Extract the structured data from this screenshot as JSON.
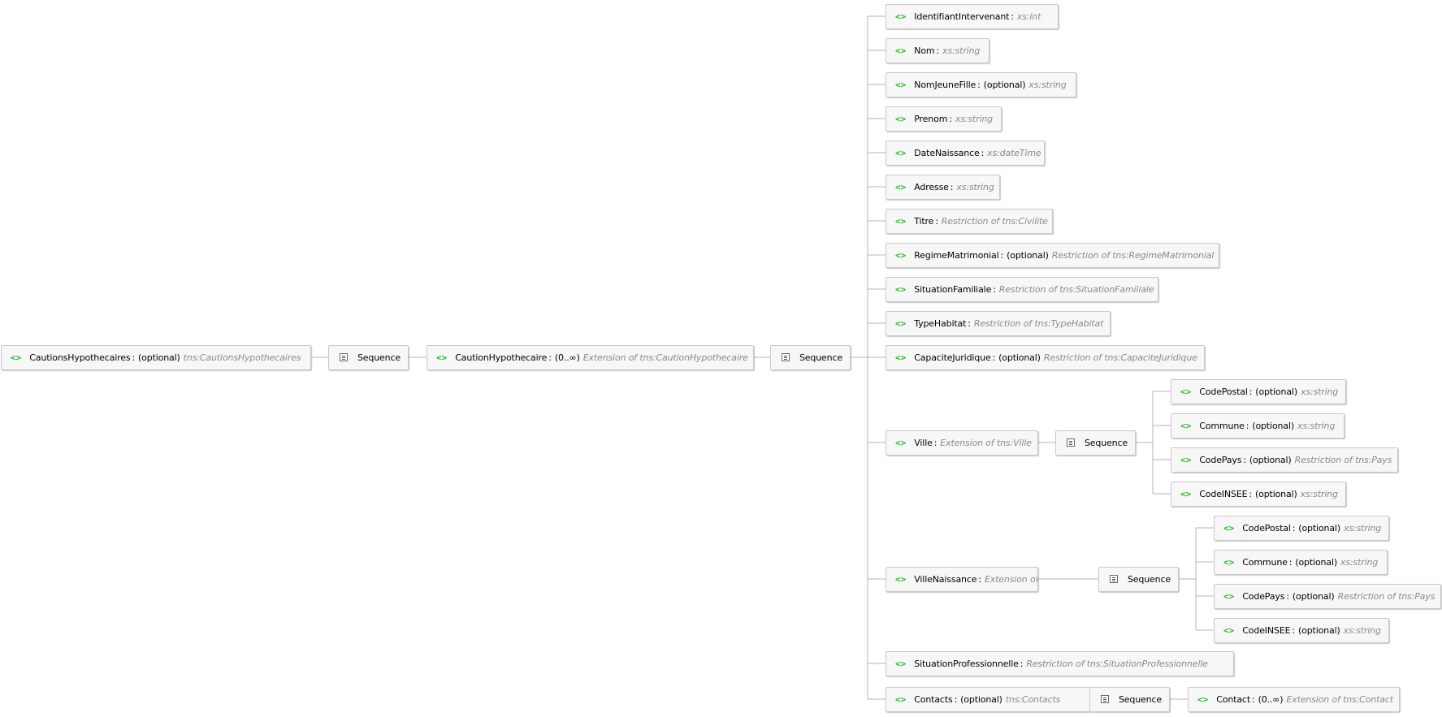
{
  "labels": {
    "colon": ":",
    "optional": "(optional)",
    "unbounded": "(0..∞)",
    "sequence": "Sequence",
    "element_icon": "<>"
  },
  "colors": {
    "element_icon": "#1fbf1f",
    "type_text": "#8a8a8a",
    "node_border": "#c8c8c8",
    "node_fill": "#f7f7f7",
    "connector": "#b4b4b4"
  },
  "tree": {
    "name": "CautionsHypothecaires",
    "card": "optional",
    "type": "tns:CautionsHypothecaires",
    "sequence": [
      {
        "name": "CautionHypothecaire",
        "card": "unbounded",
        "type": "Extension of tns:CautionHypothecaire",
        "sequence": [
          {
            "name": "IdentifiantIntervenant",
            "type": "xs:int"
          },
          {
            "name": "Nom",
            "type": "xs:string"
          },
          {
            "name": "NomJeuneFille",
            "card": "optional",
            "type": "xs:string"
          },
          {
            "name": "Prenom",
            "type": "xs:string"
          },
          {
            "name": "DateNaissance",
            "type": "xs:dateTime"
          },
          {
            "name": "Adresse",
            "type": "xs:string"
          },
          {
            "name": "Titre",
            "type": "Restriction of tns:Civilite"
          },
          {
            "name": "RegimeMatrimonial",
            "card": "optional",
            "type": "Restriction of tns:RegimeMatrimonial"
          },
          {
            "name": "SituationFamiliale",
            "type": "Restriction of tns:SituationFamiliale"
          },
          {
            "name": "TypeHabitat",
            "type": "Restriction of tns:TypeHabitat"
          },
          {
            "name": "CapaciteJuridique",
            "card": "optional",
            "type": "Restriction of tns:CapaciteJuridique"
          },
          {
            "name": "Ville",
            "type": "Extension of tns:Ville",
            "sequence": [
              {
                "name": "CodePostal",
                "card": "optional",
                "type": "xs:string"
              },
              {
                "name": "Commune",
                "card": "optional",
                "type": "xs:string"
              },
              {
                "name": "CodePays",
                "card": "optional",
                "type": "Restriction of tns:Pays"
              },
              {
                "name": "CodeINSEE",
                "card": "optional",
                "type": "xs:string"
              }
            ]
          },
          {
            "name": "VilleNaissance",
            "type": "Extension of tns:Ville",
            "sequence": [
              {
                "name": "CodePostal",
                "card": "optional",
                "type": "xs:string"
              },
              {
                "name": "Commune",
                "card": "optional",
                "type": "xs:string"
              },
              {
                "name": "CodePays",
                "card": "optional",
                "type": "Restriction of tns:Pays"
              },
              {
                "name": "CodeINSEE",
                "card": "optional",
                "type": "xs:string"
              }
            ]
          },
          {
            "name": "SituationProfessionnelle",
            "type": "Restriction of tns:SituationProfessionnelle"
          },
          {
            "name": "Contacts",
            "card": "optional",
            "type": "tns:Contacts",
            "sequence": [
              {
                "name": "Contact",
                "card": "unbounded",
                "type": "Extension of tns:Contact"
              }
            ]
          }
        ]
      }
    ]
  }
}
